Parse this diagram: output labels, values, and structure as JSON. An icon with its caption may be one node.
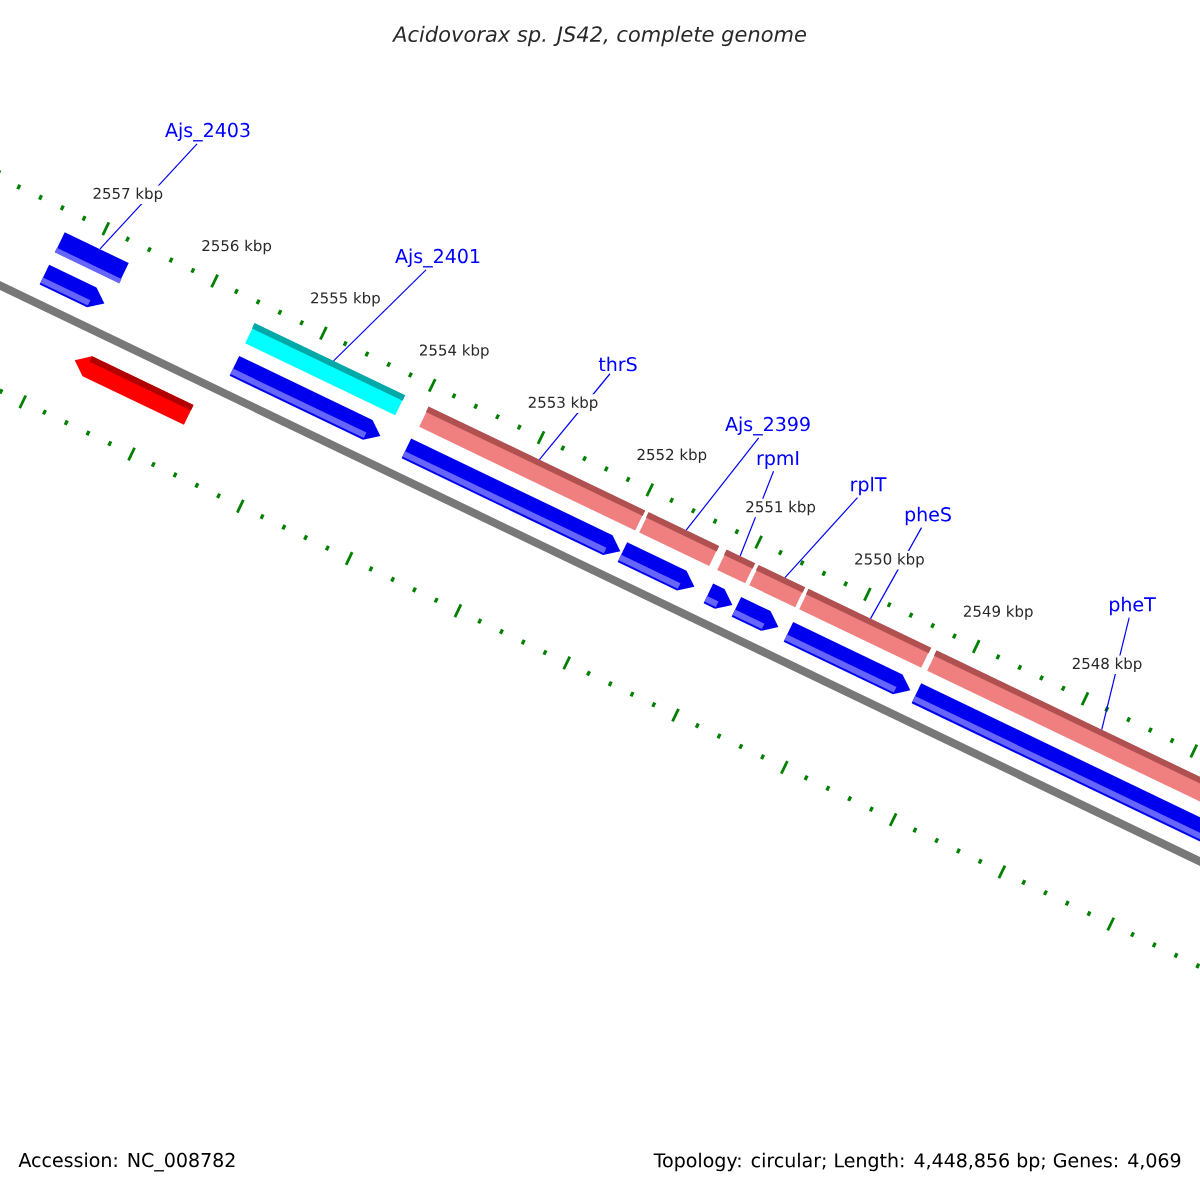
{
  "diagram": {
    "title": "Acidovorax sp. JS42, complete genome",
    "nodes": [
      {
        "text": [
          "Ajs_2403"
        ]
      },
      {
        "text": [
          "Ajs_2401"
        ]
      },
      {
        "text": [
          "thrS"
        ]
      },
      {
        "text": [
          "Ajs_2399"
        ]
      },
      {
        "text": [
          "rpmI"
        ]
      },
      {
        "text": [
          "rplT"
        ]
      },
      {
        "text": [
          "pheS"
        ]
      },
      {
        "text": [
          "pheT"
        ]
      },
      {
        "text": [],
        "shape": "bar"
      },
      {
        "text": [],
        "shape": "bar"
      },
      {
        "text": [],
        "shape": "bar"
      },
      {
        "text": [],
        "shape": "bar"
      },
      {
        "text": [],
        "shape": "bar"
      },
      {
        "text": [],
        "shape": "bar"
      },
      {
        "text": [],
        "shape": "bar"
      },
      {
        "text": [],
        "shape": "bar"
      }
    ],
    "edges": [
      {
        "from": 0,
        "to": 8,
        "arrow": "none"
      },
      {
        "from": 1,
        "to": 9,
        "arrow": "none"
      },
      {
        "from": 2,
        "to": 10,
        "arrow": "none"
      },
      {
        "from": 3,
        "to": 11,
        "arrow": "none"
      },
      {
        "from": 4,
        "to": 12,
        "arrow": "none"
      },
      {
        "from": 5,
        "to": 13,
        "arrow": "none"
      },
      {
        "from": 6,
        "to": 14,
        "arrow": "none"
      },
      {
        "from": 7,
        "to": 15,
        "arrow": "none"
      }
    ],
    "labels": [
      "2557 kbp",
      "2556 kbp",
      "2555 kbp",
      "2554 kbp",
      "2553 kbp",
      "2552 kbp",
      "2551 kbp",
      "2550 kbp",
      "2549 kbp",
      "2548 kbp",
      "Accession: NC_008782",
      "Topology: circular; Length: 4,448,856 bp; Genes: 4,069"
    ]
  }
}
